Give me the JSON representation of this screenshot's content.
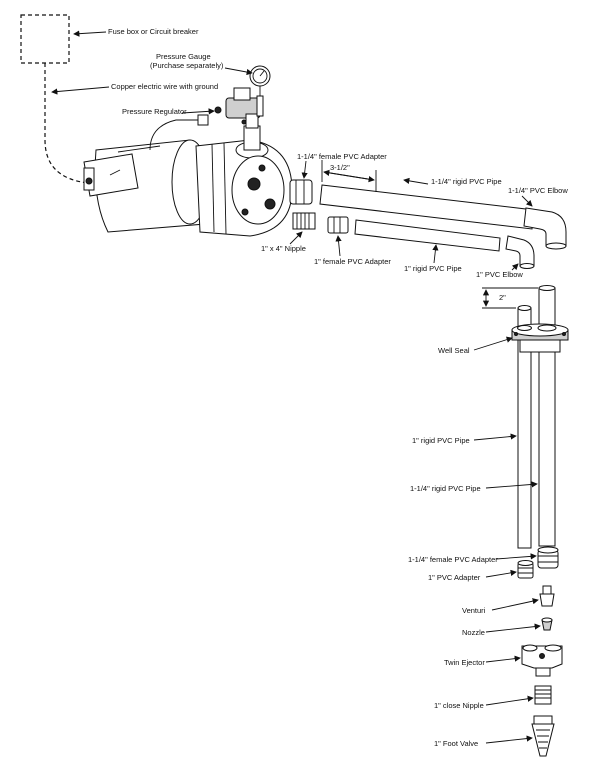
{
  "labels": {
    "fuse_box": "Fuse box or Circuit breaker",
    "pressure_gauge": "Pressure Gauge",
    "pressure_gauge_note": "(Purchase separately)",
    "copper_wire": "Copper electric wire with ground",
    "pressure_regulator": "Pressure Regulator",
    "female_adapter_114_top": "1-1/4\" female PVC Adapter",
    "dimension_3_5": "3-1/2\"",
    "rigid_pipe_114_top": "1-1/4\" rigid PVC Pipe",
    "elbow_114": "1-1/4\" PVC Elbow",
    "nipple_1x4": "1\" x 4\" Nipple",
    "female_adapter_1_top": "1\" female PVC Adapter",
    "rigid_pipe_1_top": "1\" rigid PVC Pipe",
    "elbow_1": "1\" PVC Elbow",
    "dimension_2": "2\"",
    "well_seal": "Well Seal",
    "rigid_pipe_1_vertical": "1\" rigid PVC Pipe",
    "rigid_pipe_114_vertical": "1-1/4\" rigid PVC Pipe",
    "female_adapter_114_bottom": "1-1/4\" female PVC Adapter",
    "pvc_adapter_1": "1\" PVC Adapter",
    "venturi": "Venturi",
    "nozzle": "Nozzle",
    "twin_ejector": "Twin Ejector",
    "close_nipple": "1\" close Nipple",
    "foot_valve": "1\" Foot Valve"
  }
}
